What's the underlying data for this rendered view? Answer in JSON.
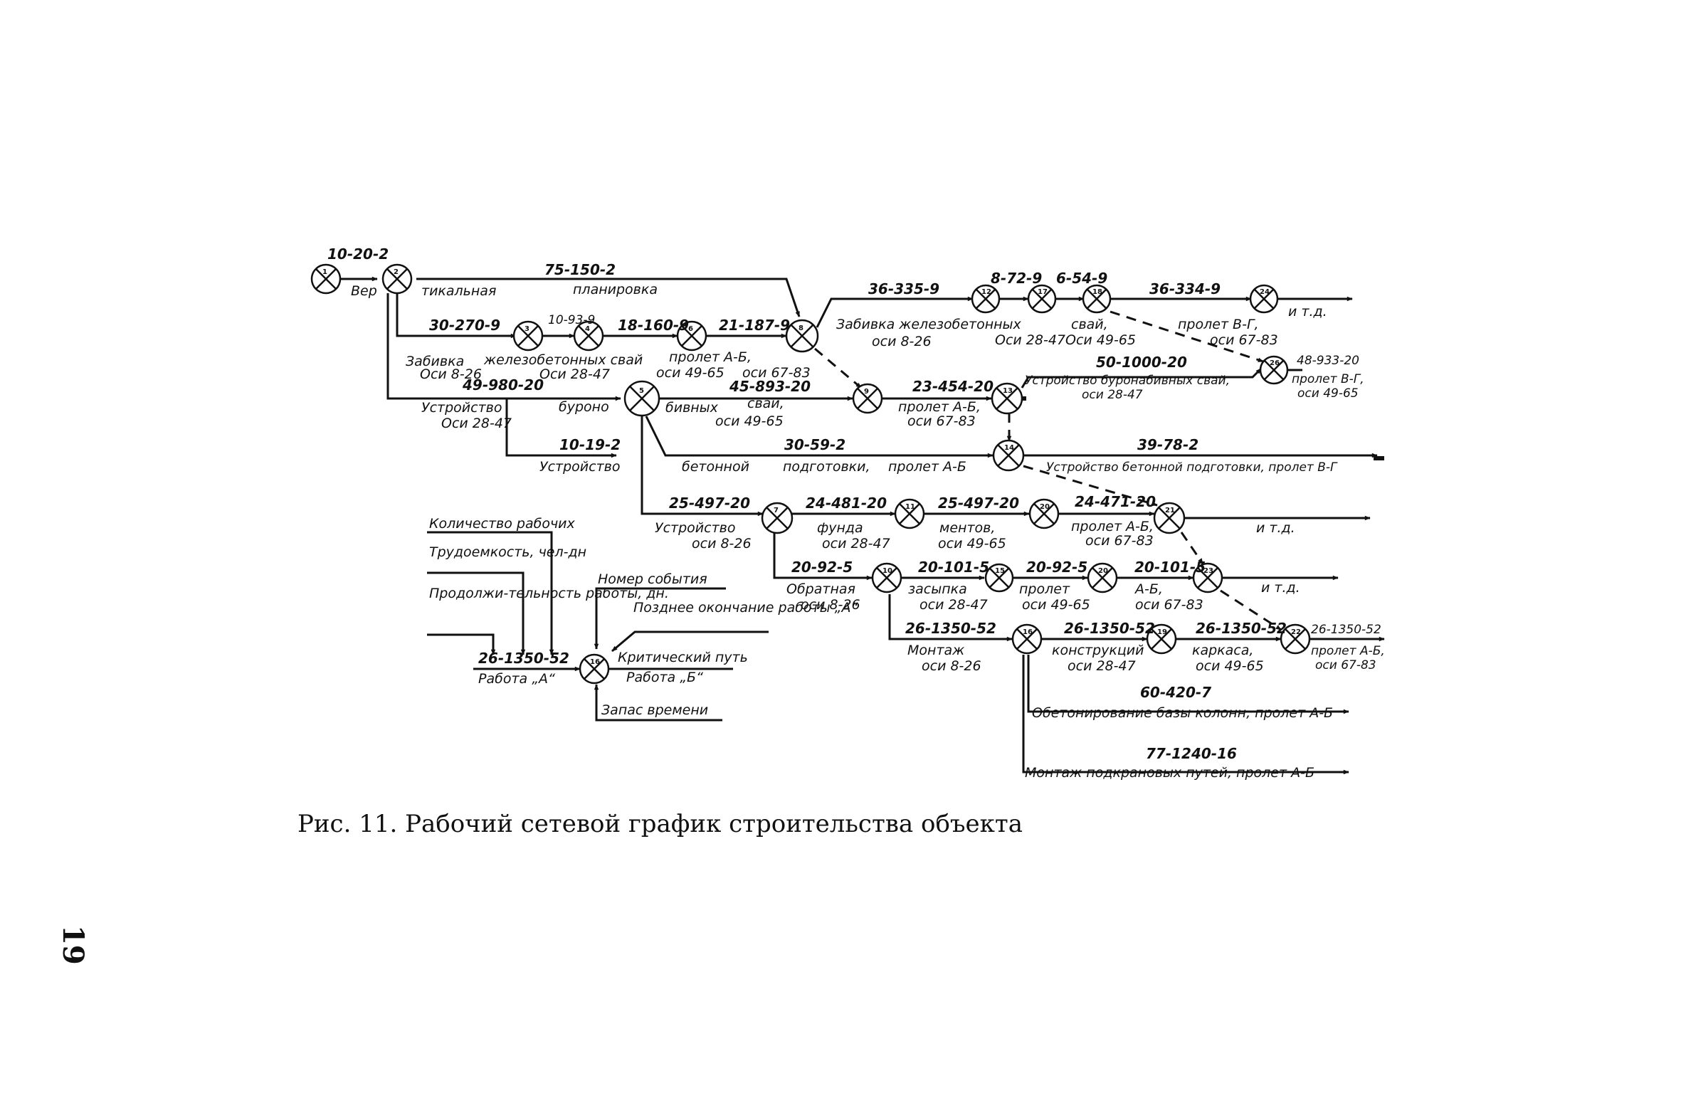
{
  "caption": "Рис. 11. Рабочий сетевой график строительства объекта",
  "page_number": "19",
  "diagram": {
    "labels": [
      "10-20-2",
      "Вер",
      "тикальная",
      "планировка",
      "75-150-2",
      "30-270-9",
      "10-93-9",
      "18-160-9",
      "21-187-9",
      "Забивка",
      "железобетонных свай",
      "пролет А-Б,",
      "Оси 8-26",
      "Оси 28-47",
      "оси 49-65",
      "оси 67-83",
      "36-335-9",
      "8-72-9",
      "6-54-9",
      "36-334-9",
      "Забивка железобетонных",
      "свай,",
      "оси 8-26",
      "Оси 28-47",
      "Оси 49-65",
      "пролет В-Г,",
      "оси 67-83",
      "и т.д.",
      "49-980-20",
      "Устройство",
      "буроно",
      "бивных",
      "свай,",
      "Оси 28-47",
      "45-893-20",
      "оси 49-65",
      "23-454-20",
      "пролет А-Б,",
      "оси 67-83",
      "50-1000-20",
      "Устройство буронабивных свай,",
      "оси 28-47",
      "48-933-20",
      "пролет В-Г,",
      "оси 49-65",
      "10-19-2",
      "Устройство",
      "30-59-2",
      "бетонной",
      "подготовки,",
      "пролет А-Б",
      "39-78-2",
      "Устройство бетонной подготовки, пролет В-Г",
      "25-497-20",
      "Устройство",
      "оси 8-26",
      "24-481-20",
      "фунда",
      "оси 28-47",
      "25-497-20",
      "ментов,",
      "оси 49-65",
      "24-471-20",
      "пролет А-Б,",
      "оси 67-83",
      "и т.д.",
      "20-92-5",
      "Обратная",
      "оси 8-26",
      "20-101-5",
      "засыпка",
      "оси 28-47",
      "20-92-5",
      "пролет",
      "оси 49-65",
      "20-101-5",
      "А-Б,",
      "оси 67-83",
      "и т.д.",
      "26-1350-52",
      "Монтаж",
      "оси 8-26",
      "26-1350-52",
      "конструкций",
      "оси 28-47",
      "26-1350-52",
      "каркаса,",
      "оси 49-65",
      "26-1350-52",
      "пролет А-Б,",
      "оси 67-83",
      "60-420-7",
      "Обетонирование базы колонн, пролет А-Б",
      "77-1240-16",
      "Монтаж подкрановых путей, пролет А-Б"
    ],
    "legend": {
      "workers": "Количество рабочих",
      "labor": "Трудоемкость, чел-дн",
      "duration": "Продолжи-тельность работы, дн.",
      "triple": "26-1350-52",
      "work_a": "Работа „А“",
      "event_number": "Номер события",
      "late_finish": "Позднее окончание работы „А“",
      "critical_path": "Критический путь",
      "work_b": "Работа „Б“",
      "slack": "Запас времени"
    }
  }
}
